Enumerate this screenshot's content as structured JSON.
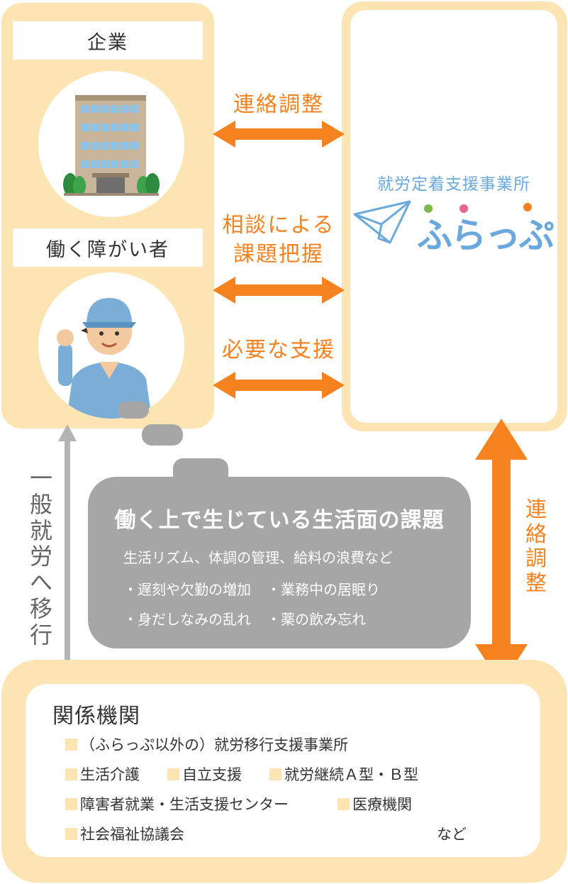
{
  "company_label": "企業",
  "worker_label": "働く障がい者",
  "service": {
    "name": "就労定着支援事業所",
    "brand": "ふらっぷ"
  },
  "links": {
    "coordination": "連絡調整",
    "consultation_line1": "相談による",
    "consultation_line2": "課題把握",
    "support": "必要な支援",
    "coordination_vertical": "連絡調整",
    "transition_vertical": "一般就労へ移行"
  },
  "issues": {
    "title": "働く上で生じている生活面の課題",
    "summary": "生活リズム、体調の管理、給料の浪費など",
    "bullets": [
      "・遅刻や欠勤の増加",
      "・業務中の居眠り",
      "・身だしなみの乱れ",
      "・薬の飲み忘れ"
    ]
  },
  "related": {
    "title": "関係機関",
    "items": [
      "（ふらっぷ以外の）就労移行支援事業所",
      "生活介護",
      "自立支援",
      "就労継続Ａ型・Ｂ型",
      "障害者就業・生活支援センター",
      "医療機関",
      "社会福祉協議会"
    ],
    "etc": "など"
  },
  "colors": {
    "panel": "#fde4b3",
    "accent_orange": "#f5821f",
    "brand_blue": "#6aa9dd",
    "bubble_gray": "#a6a6a6",
    "arrow_gray": "#b3b3b3"
  },
  "icons": [
    "office-building-icon",
    "worker-person-icon",
    "paper-plane-icon"
  ]
}
